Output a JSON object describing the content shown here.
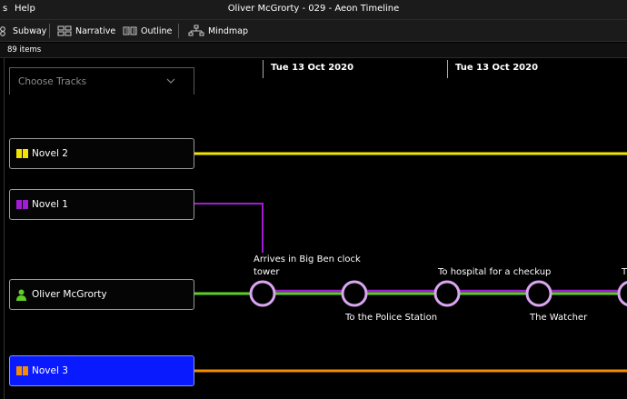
{
  "menu": {
    "left_fragment": "s",
    "help": "Help"
  },
  "window": {
    "title": "Oliver McGrorty - 029 - Aeon Timeline"
  },
  "toolbar": {
    "subway": "Subway",
    "narrative": "Narrative",
    "outline": "Outline",
    "mindmap": "Mindmap"
  },
  "status": {
    "items": "89 items"
  },
  "tracks_header": {
    "placeholder": "Choose Tracks"
  },
  "dates": [
    "Tue 13 Oct 2020",
    "Tue 13 Oct 2020"
  ],
  "tracks": [
    {
      "name": "Novel 2",
      "icon": "book-icon",
      "color": "#f2e600"
    },
    {
      "name": "Novel 1",
      "icon": "book-icon",
      "color": "#a21bd6"
    },
    {
      "name": "Oliver McGrorty",
      "icon": "person-icon",
      "color": "#5fcc28"
    },
    {
      "name": "Novel 3",
      "icon": "book-icon",
      "color": "#f58b00"
    }
  ],
  "events": [
    {
      "label": "Arrives in Big Ben clock tower"
    },
    {
      "label": "To the Police Station"
    },
    {
      "label": "To hospital for a checkup"
    },
    {
      "label": "The Watcher"
    },
    {
      "label": "T"
    }
  ],
  "colors": {
    "station_ring": "#d9a6f0",
    "selected_track": "#0a1aff"
  }
}
